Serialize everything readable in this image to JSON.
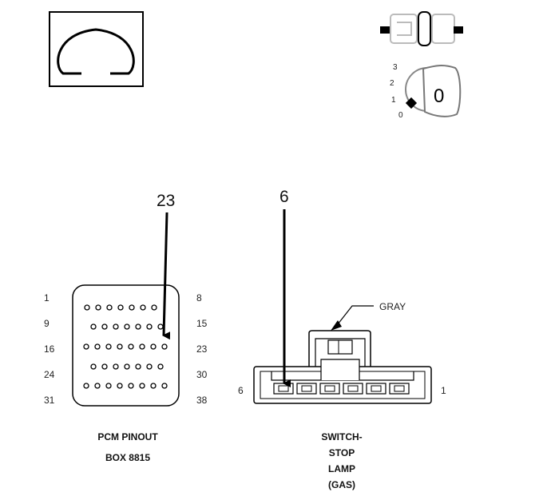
{
  "ohm_symbol": "Ω",
  "ignition": {
    "positions": [
      "3",
      "2",
      "1",
      "0"
    ],
    "current_position": "0"
  },
  "pcm": {
    "pointer_pin": "23",
    "left_labels": [
      "1",
      "9",
      "16",
      "24",
      "31"
    ],
    "right_labels": [
      "8",
      "15",
      "23",
      "30",
      "38"
    ],
    "caption": [
      "PCM PINOUT",
      "BOX 8815"
    ]
  },
  "switch": {
    "pointer_pin": "6",
    "color_callout": "GRAY",
    "left_pin": "6",
    "right_pin": "1",
    "caption": [
      "SWITCH-",
      "STOP",
      "LAMP",
      "(GAS)"
    ]
  }
}
